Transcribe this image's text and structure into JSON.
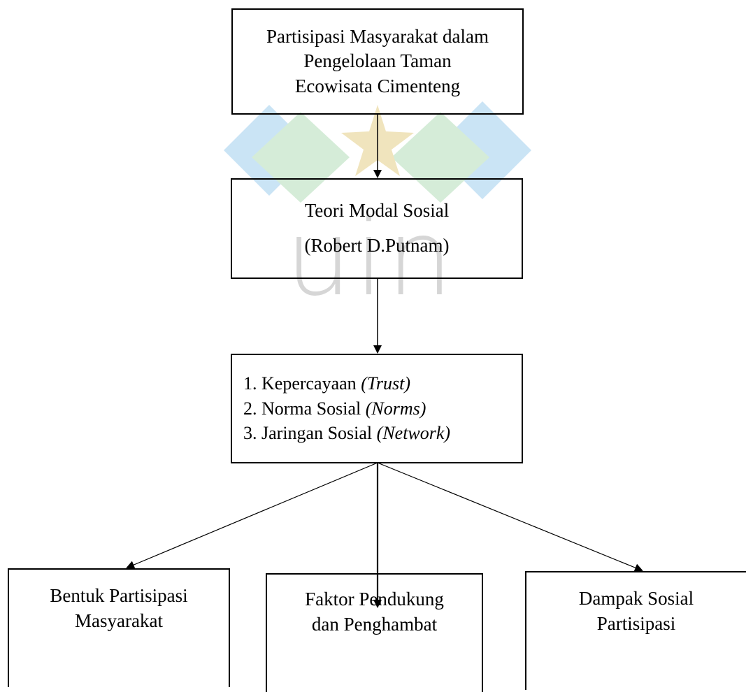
{
  "watermark": {
    "text": "uin",
    "colors": {
      "blue": "#b9dcf2",
      "green": "#c7e6cc",
      "gold": "#ecdca7",
      "gray": "#cdcdcd"
    }
  },
  "diagram": {
    "top": {
      "lines": [
        "Partisipasi Masyarakat dalam",
        "Pengelolaan Taman",
        "Ecowisata Cimenteng"
      ]
    },
    "theory": {
      "lines": [
        "Teori Modal Sosial",
        "(Robert D.Putnam)"
      ]
    },
    "elements": [
      {
        "num": "1.",
        "label": "Kepercayaan",
        "term": "(Trust)"
      },
      {
        "num": "2.",
        "label": "Norma Sosial",
        "term": "(Norms)"
      },
      {
        "num": "3.",
        "label": "Jaringan Sosial",
        "term": "(Network)"
      }
    ],
    "outcomes": [
      {
        "lines": [
          "Bentuk Partisipasi",
          "Masyarakat"
        ]
      },
      {
        "lines": [
          "Faktor Pendukung",
          "dan Penghambat"
        ]
      },
      {
        "lines": [
          "Dampak Sosial",
          "Partisipasi"
        ]
      }
    ]
  }
}
